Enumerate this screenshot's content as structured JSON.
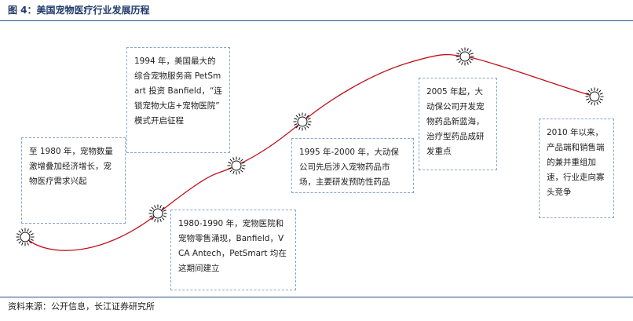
{
  "header": {
    "title": "图 4：美国宠物医疗行业发展历程"
  },
  "footer": {
    "source": "资料来源：公开信息，长江证券研究所"
  },
  "milestones": [
    {
      "text": "至 1980 年，宠物数量激增叠加经济增长，宠物医疗需求兴起"
    },
    {
      "text": "1994 年，美国最大的综合宠物服务商 PetSmart 投资 Banfield，“连锁宠物大店+宠物医院” 模式开启征程"
    },
    {
      "text": "1980-1990 年，宠物医院和宠物零售涌现，Banfield，VCA Antech，PetSmart 均在这期间建立"
    },
    {
      "text": "1995 年-2000 年，大动保公司先后涉入宠物药品市场，主要研发预防性药品"
    },
    {
      "text": "2005 年起，大动保公司开发宠物药品新蓝海，治疗型药品成研发重点"
    },
    {
      "text": "2010 年以来，产品端和销售端的兼并重组加速，行业走向寡头竞争"
    }
  ],
  "style": {
    "curve_color": "#c0121b",
    "box_border_color": "#8aa5c8",
    "title_color": "#1f3a6b"
  }
}
